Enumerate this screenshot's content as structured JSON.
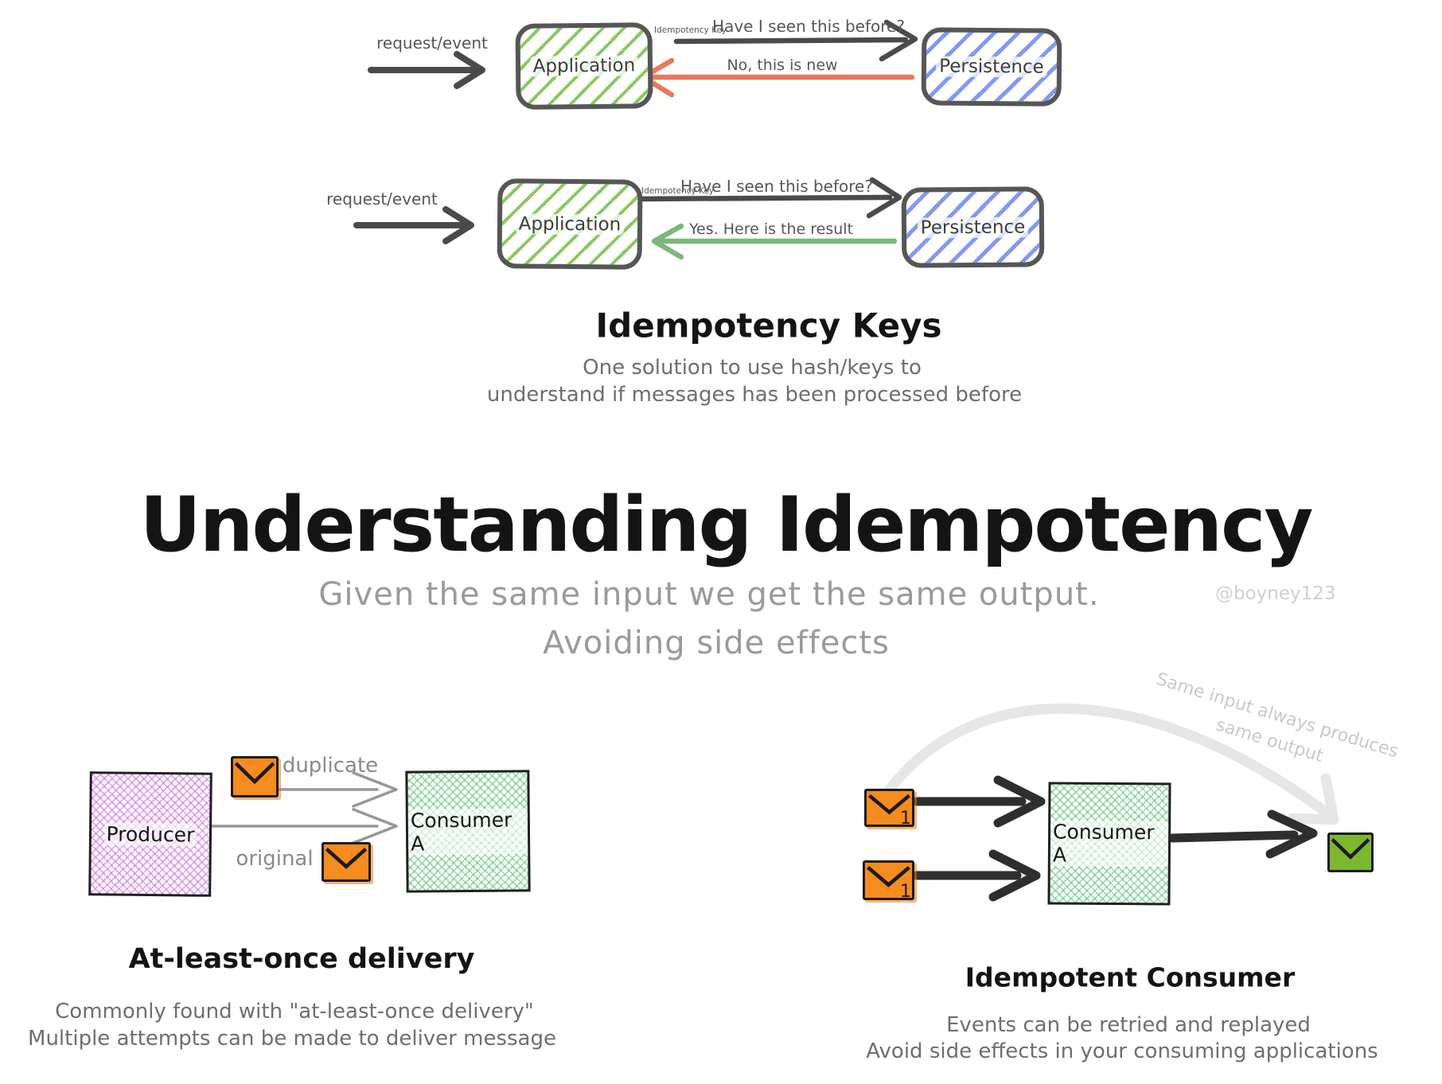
{
  "flow1": {
    "request_label": "request/event",
    "app_label": "Application",
    "key_label": "Idempotency Key",
    "question": "Have I seen this before?",
    "answer": "No, this is new",
    "persistence_label": "Persistence"
  },
  "flow2": {
    "request_label": "request/event",
    "app_label": "Application",
    "key_label": "Idempotency Key",
    "question": "Have I seen this before?",
    "answer": "Yes. Here is the result",
    "persistence_label": "Persistence"
  },
  "keys_section": {
    "title": "Idempotency Keys",
    "desc_line1": "One solution to use hash/keys to",
    "desc_line2": "understand if messages has been processed before"
  },
  "main": {
    "title": "Understanding Idempotency",
    "subtitle_line1": "Given the same input we get the same output.",
    "subtitle_line2": "Avoiding side effects",
    "handle": "@boyney123"
  },
  "delivery": {
    "producer_label": "Producer",
    "consumer_label": "Consumer A",
    "duplicate_label": "duplicate",
    "original_label": "original",
    "title": "At-least-once delivery",
    "desc_line1": "Commonly found with \"at-least-once delivery\"",
    "desc_line2": "Multiple attempts can be made to deliver message"
  },
  "idempotent_consumer": {
    "consumer_label": "Consumer A",
    "message1_badge": "1",
    "message2_badge": "1",
    "note_line1": "Same input always produces",
    "note_line2": "same output",
    "title": "Idempotent Consumer",
    "desc_line1": "Events can be retried and replayed",
    "desc_line2": "Avoid side effects in your consuming applications"
  },
  "colors": {
    "ink": "#4a4a4a",
    "orange_arrow": "#e8795c",
    "green_arrow": "#7cb87c",
    "black_arrow": "#2e2e2e",
    "curve_gray": "#e6e6e6",
    "app_hatch_green": "#7dc34f",
    "persistence_hatch_blue": "#6d86f2",
    "producer_purple": "#cf6ee4",
    "consumer_green": "#56be72",
    "envelope_orange": "#f68b1f",
    "envelope_green": "#7cb82f",
    "muted_text": "#9a9a9a",
    "faint_text": "#cfcfcf"
  }
}
